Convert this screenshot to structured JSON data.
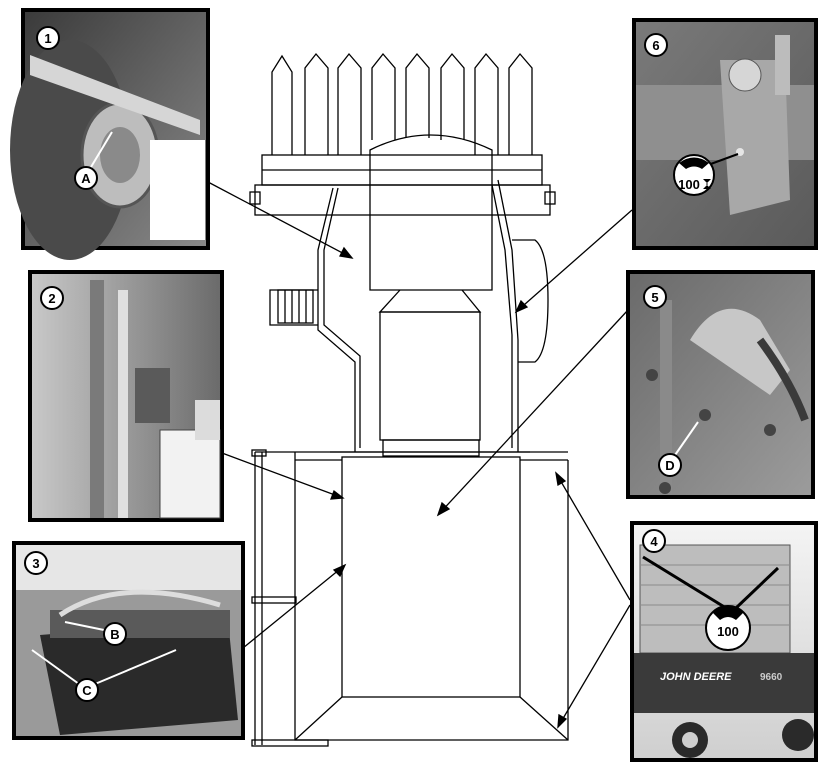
{
  "panels": [
    {
      "number": "1",
      "callouts": [
        "A"
      ]
    },
    {
      "number": "2",
      "callouts": []
    },
    {
      "number": "3",
      "callouts": [
        "B",
        "C"
      ]
    },
    {
      "number": "4",
      "callouts": [
        "100"
      ]
    },
    {
      "number": "5",
      "callouts": [
        "D"
      ]
    },
    {
      "number": "6",
      "callouts": [
        "100"
      ]
    }
  ],
  "photo_text": {
    "brand": "JOHN DEERE",
    "model": "9660"
  },
  "icons": [
    "hour-meter-icon",
    "hour-meter-icon"
  ]
}
